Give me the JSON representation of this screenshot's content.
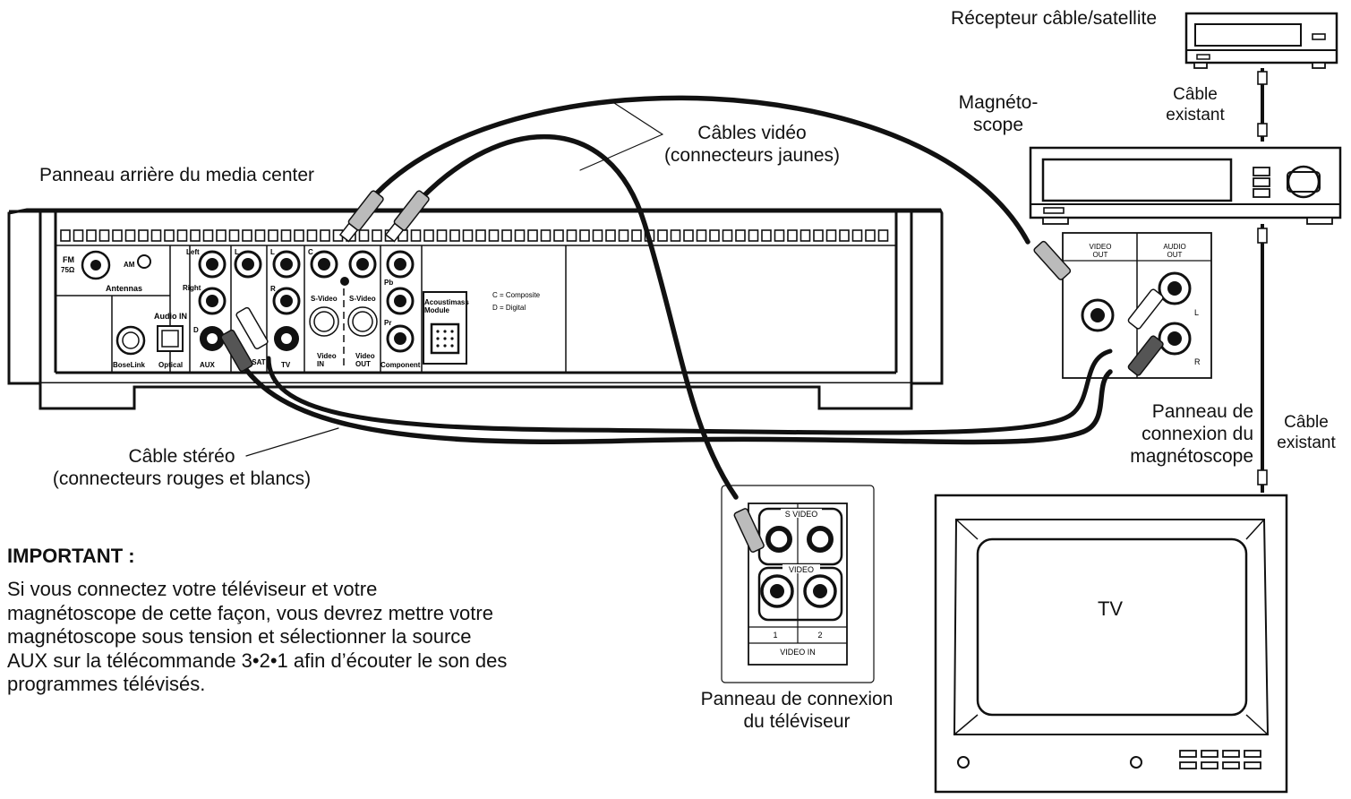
{
  "labels": {
    "cable_sat_receiver": "Récepteur câble/satellite",
    "vcr": "Magnéto-\nscope",
    "existing_cable_top": "Câble\nexistant",
    "video_cables": "Câbles vidéo\n(connecteurs jaunes)",
    "media_center_rear": "Panneau arrière du media center",
    "stereo_cable": "Câble stéréo\n(connecteurs rouges et blancs)",
    "vcr_connection_panel": "Panneau de\nconnexion du\nmagnétoscope",
    "existing_cable_right": "Câble\nexistant",
    "tv_connection_panel": "Panneau de connexion\ndu téléviseur",
    "tv": "TV"
  },
  "important": {
    "title": "IMPORTANT :",
    "text": "Si vous connectez votre téléviseur et votre magnétoscope de cette façon, vous devrez mettre votre magnétoscope sous tension et sélectionner la source AUX sur la télécommande 3•2•1 afin d’écouter le son des programmes télévisés."
  },
  "media_center_panel": {
    "fm": "FM",
    "fm_ohm": "75Ω",
    "am": "AM",
    "antennas": "Antennas",
    "left": "Left",
    "right": "Right",
    "audio_in": "Audio IN",
    "boselink": "BoseLink",
    "optical": "Optical",
    "aux": "AUX",
    "cbl_sat": "CBL•SAT",
    "tv": "TV",
    "l": "L",
    "r": "R",
    "c": "C",
    "d": "D",
    "pb": "Pb",
    "pr": "Pr",
    "svideo": "S-Video",
    "video_in": "Video\nIN",
    "video_out": "Video\nOUT",
    "component": "Component",
    "acoustimass": "Acoustimass\nModule",
    "legend_c": "C = Composite",
    "legend_d": "D = Digital"
  },
  "vcr_panel": {
    "video_out": "VIDEO\nOUT",
    "audio_out": "AUDIO\nOUT",
    "l": "L",
    "r": "R"
  },
  "tv_panel": {
    "svideo": "S VIDEO",
    "video": "VIDEO",
    "input_1": "1",
    "input_2": "2",
    "video_in": "VIDEO IN"
  }
}
